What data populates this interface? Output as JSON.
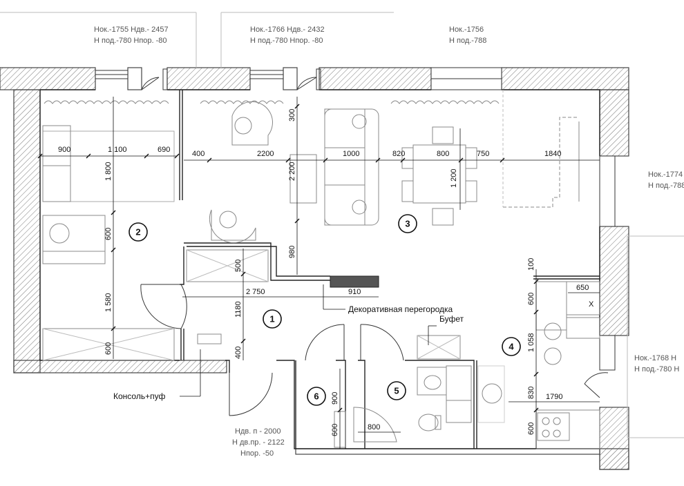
{
  "notes": {
    "top_left": {
      "line1": "Нок.-1755   Ндв.- 2457",
      "line2": "Н под.-780   Нпор. -80"
    },
    "top_mid": {
      "line1": "Нок.-1766   Ндв.- 2432",
      "line2": "Н под.-780   Нпор. -80"
    },
    "top_right": {
      "line1": "Нок.-1756",
      "line2": "Н под.-788"
    },
    "right_top": {
      "line1": "Нок.-1774",
      "line2": "Н под.-788"
    },
    "right_mid": {
      "line1": "Нок.-1768   Н",
      "line2": "Н под.-780   Н"
    },
    "bottom_door": {
      "line1": "Ндв. п - 2000",
      "line2": "Н дв.пр. - 2122",
      "line3": "Нпор. -50"
    }
  },
  "labels": {
    "partition": "Декоративная перегородка",
    "buffet": "Буфет",
    "console": "Консоль+пуф",
    "x_mark": "X"
  },
  "rooms": [
    "1",
    "2",
    "3",
    "4",
    "5",
    "6"
  ],
  "dims": {
    "d900": "900",
    "d1100": "1 100",
    "d690": "690",
    "d400a": "400",
    "d2200": "2200",
    "d1000": "1000",
    "d820": "820",
    "d800a": "800",
    "d750": "750",
    "d1840": "1840",
    "d1800": "1 800",
    "d2200v": "2 200",
    "d300": "300",
    "d1200": "1 200",
    "d600a": "600",
    "d980": "980",
    "d500": "500",
    "d2750": "2 750",
    "d910": "910",
    "d1180": "1180",
    "d1580": "1 580",
    "d600b": "600",
    "d400b": "400",
    "d100": "100",
    "d650": "650",
    "d600c": "600",
    "d1058": "1 058",
    "d830": "830",
    "d1790": "1790",
    "d600d": "600",
    "d900b": "900",
    "d600e": "600",
    "d800b": "800"
  },
  "colors": {
    "wall": "#555555",
    "accent_partition": "#555555",
    "gray_line": "#aaaaaa"
  }
}
